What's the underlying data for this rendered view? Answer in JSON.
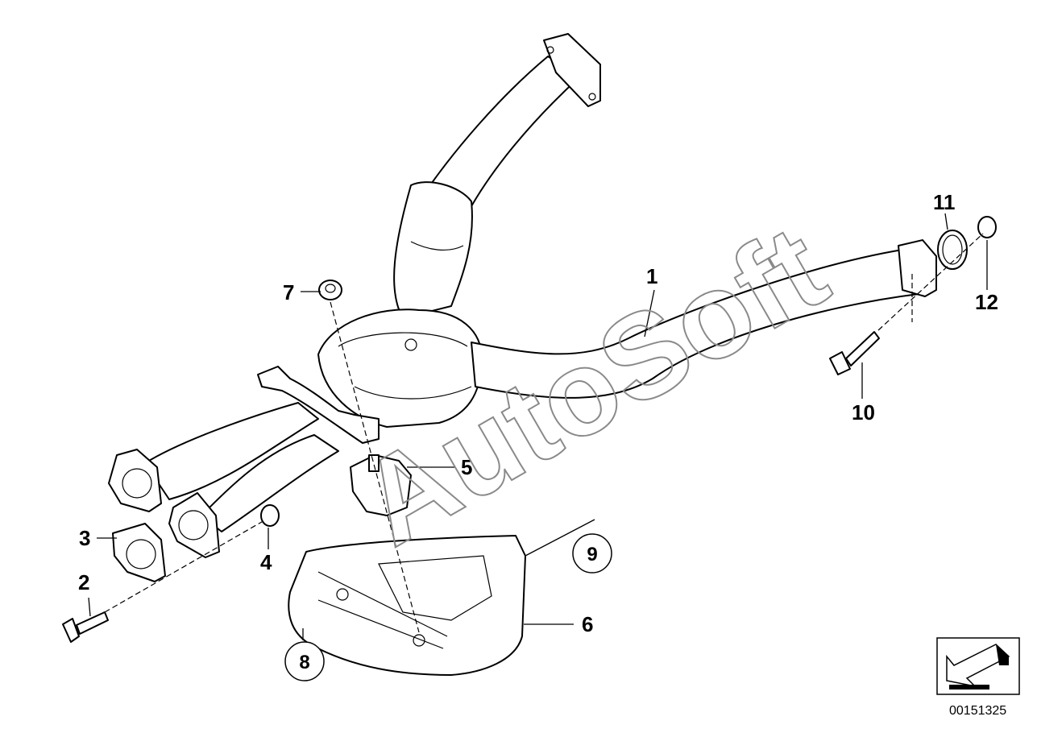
{
  "watermark": "AutoSoft",
  "doc_number": "00151325",
  "callouts": [
    {
      "id": "1",
      "text": "1"
    },
    {
      "id": "2",
      "text": "2"
    },
    {
      "id": "3",
      "text": "3"
    },
    {
      "id": "4",
      "text": "4"
    },
    {
      "id": "5",
      "text": "5"
    },
    {
      "id": "6",
      "text": "6"
    },
    {
      "id": "7",
      "text": "7"
    },
    {
      "id": "8",
      "text": "8"
    },
    {
      "id": "9",
      "text": "9"
    },
    {
      "id": "10",
      "text": "10"
    },
    {
      "id": "11",
      "text": "11"
    },
    {
      "id": "12",
      "text": "12"
    }
  ],
  "icons": {
    "navigation": "direction-arrow-icon"
  }
}
